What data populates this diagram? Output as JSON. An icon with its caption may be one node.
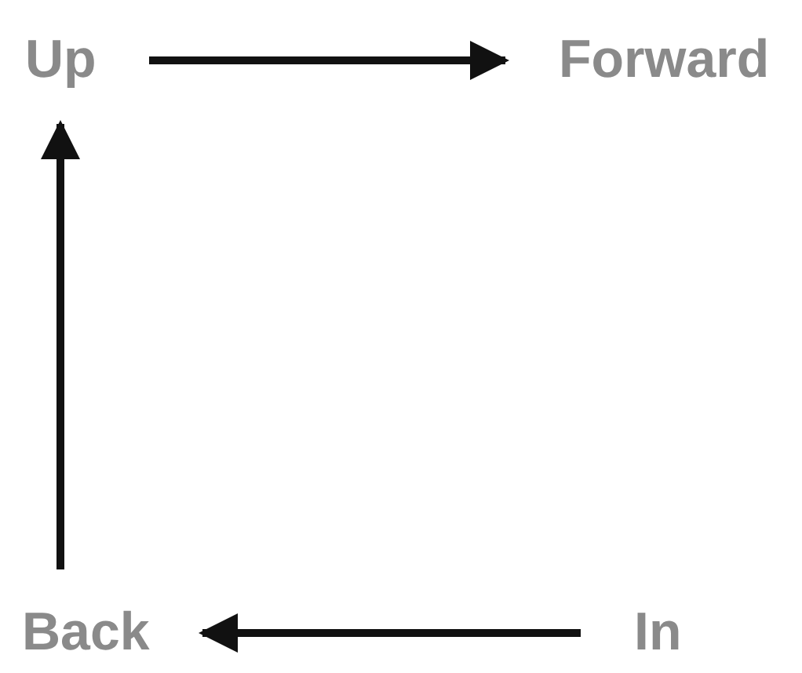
{
  "diagram": {
    "nodes": [
      {
        "text": [
          "Up"
        ]
      },
      {
        "text": [
          "Forward"
        ]
      },
      {
        "text": [
          "Back"
        ]
      },
      {
        "text": [
          "In"
        ]
      }
    ],
    "edges": [
      {
        "from": 0,
        "to": 1,
        "arrow": "to"
      },
      {
        "from": 3,
        "to": 2,
        "arrow": "to"
      },
      {
        "from": 2,
        "to": 0,
        "arrow": "to"
      }
    ]
  }
}
